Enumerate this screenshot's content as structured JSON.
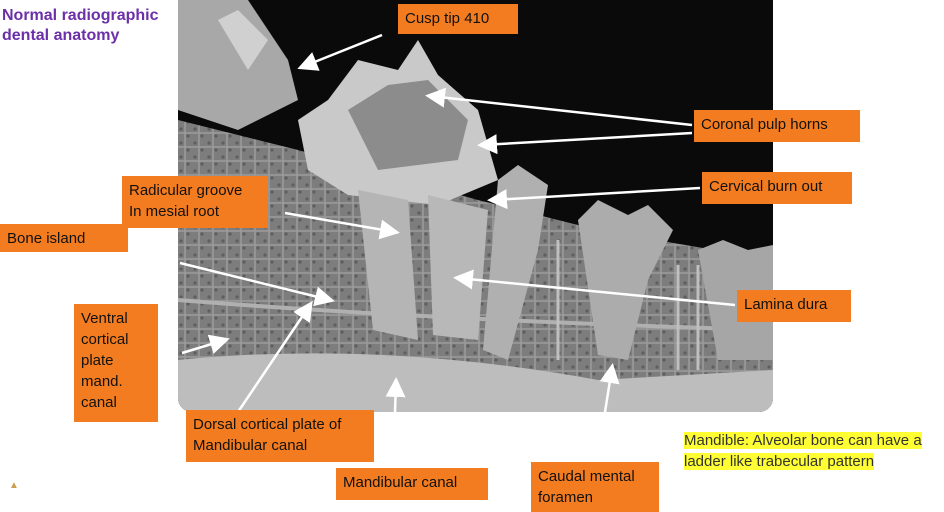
{
  "title": "Normal radiographic\ndental anatomy",
  "labels": {
    "cusp_tip": "Cusp tip 410",
    "coronal_pulp_horns": "Coronal pulp horns",
    "cervical_burn_out": "Cervical burn out",
    "radicular_groove": "Radicular groove\nIn mesial root",
    "bone_island": "Bone island",
    "lamina_dura": "Lamina dura",
    "ventral_cortical": "Ventral\ncortical\nplate\nmand.\ncanal",
    "dorsal_cortical": "Dorsal cortical plate of\nMandibular canal",
    "mandibular_canal": "Mandibular canal",
    "caudal_mental_foramen": "Caudal mental\nforamen"
  },
  "note": "Mandible: Alveolar bone can have a ladder like trabecular pattern",
  "colors": {
    "label_bg": "#f47c20",
    "title": "#6b2fa8",
    "highlight": "#ffff33"
  }
}
